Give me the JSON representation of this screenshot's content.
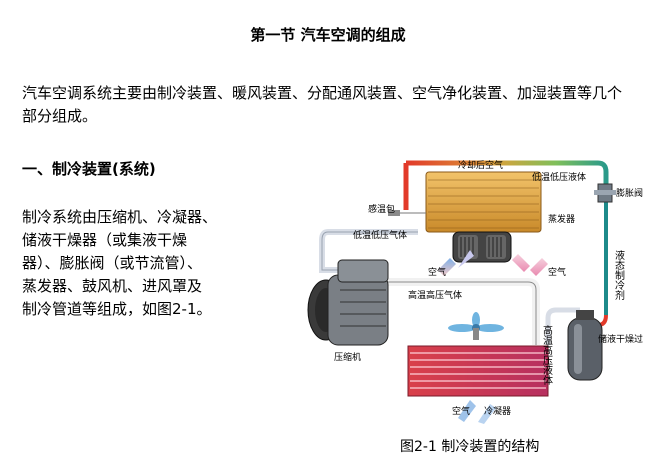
{
  "page": {
    "title": "第一节    汽车空调的组成",
    "intro": "汽车空调系统主要由制冷装置、暖风装置、分配通风装置、空气净化装置、加湿装置等几个部分组成。",
    "section_heading": "一、制冷装置(系统)",
    "body_lines": [
      "制冷系统由压缩机、冷凝器、",
      "储液干燥器（或集液干燥",
      "器）、膨胀阀（或节流管）、",
      "蒸发器、鼓风机、进风罩及",
      "制冷管道等组成，如图2-1。"
    ],
    "caption": "图2-1  制冷装置的结构"
  },
  "diagram": {
    "labels": {
      "cooled_air": "冷却后空气",
      "low_temp_low_pressure_liquid": "低温低压液体",
      "expansion_valve": "膨胀阀",
      "sensing_bulb": "感温包",
      "evaporator": "蒸发器",
      "low_temp_low_pressure_gas": "低温低压气体",
      "air_left": "空气",
      "air_right": "空气",
      "liquid_refrigerant": "液态制冷剂",
      "high_temp_high_pressure_gas": "高温高压气体",
      "compressor": "压缩机",
      "high_temp_high_pressure_liquid": "高温高压液体",
      "receiver_drier": "储液干燥过滤器",
      "air_bottom": "空气",
      "condenser": "冷凝器"
    }
  }
}
